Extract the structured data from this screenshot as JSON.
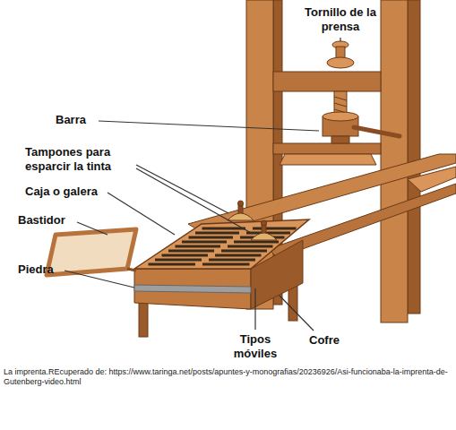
{
  "diagram": {
    "caption": "La imprenta.REcuperado de: https://www.taringa.net/posts/apuntes-y-monografias/20236926/Asi-funcionaba-la-imprenta-de-Gutenberg-video.html",
    "labels": [
      "Tornillo de la prensa",
      "Barra",
      "Tampones para esparcir la tinta",
      "Caja o galera",
      "Bastidor",
      "Piedra",
      "Tipos móviles",
      "Cofre"
    ]
  }
}
